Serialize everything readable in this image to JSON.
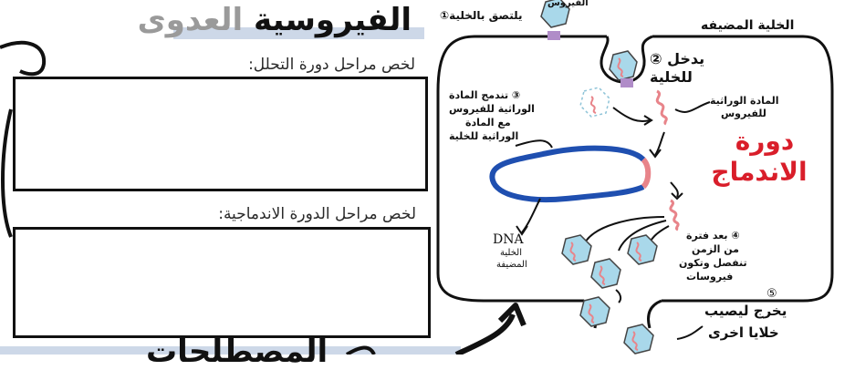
{
  "worksheet": {
    "title_part1": "العدوى",
    "title_part2": "الفيروسية",
    "prompt_lytic": "لخص مراحل دورة التحلل:",
    "prompt_lysogenic": "لخص مراحل الدورة الاندماجية:",
    "bottom_title": "المصطلحات"
  },
  "diagram": {
    "step1": "يلتصق بالخلية①",
    "virus_label": "الفيروس",
    "host_cell_label": "الخلية المضيفه",
    "step2_line1": "يدخل ②",
    "step2_line2": "للخلية",
    "step3_line1": "③ تندمج المادة",
    "step3_line2": "الوراثية للفيروس",
    "step3_line3": "مع المادة",
    "step3_line4": "الوراثية للخلية",
    "viral_genetic_line1": "المادة الوراثية",
    "viral_genetic_line2": "للفيروس",
    "cycle_line1": "دورة",
    "cycle_line2": "الاندماج",
    "dna_label": "DNA",
    "host_dna_line1": "الخلية",
    "host_dna_line2": "المضيفة",
    "step4_line1": "④ بعد فترة",
    "step4_line2": "من الزمن",
    "step4_line3": "تنفصل وتكون",
    "step4_line4": "فيروسات",
    "step5_line1": "⑤",
    "step5_line2": "يخرج ليصيب",
    "step5_line3": "خلايا اخرى"
  },
  "colors": {
    "band": "#cdd8e8",
    "host_dna": "#1f4fb0",
    "viral_dna": "#e8848a",
    "virus_fill": "#a9d8ea",
    "receptor": "#b08cc8",
    "cycle_title": "#d91e2a"
  }
}
